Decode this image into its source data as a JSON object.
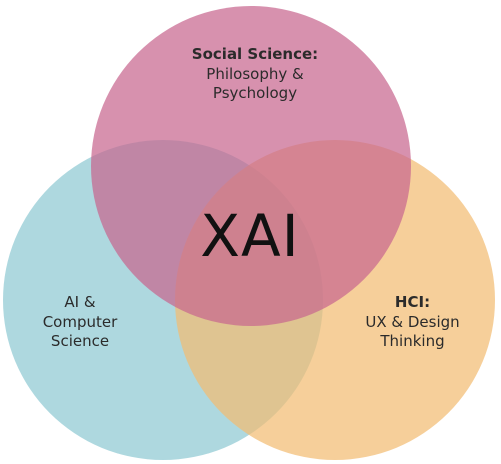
{
  "diagram": {
    "type": "venn",
    "center_label": "XAI",
    "sets": [
      {
        "key": "social",
        "title": "Social Science:",
        "lines": [
          "Philosophy &",
          "Psychology"
        ],
        "color": "#c8678f"
      },
      {
        "key": "ai",
        "title": "",
        "lines": [
          "AI &",
          "Computer",
          "Science"
        ],
        "color": "#8fc9d3"
      },
      {
        "key": "hci",
        "title": "HCI:",
        "lines": [
          "UX & Design",
          "Thinking"
        ],
        "color": "#f3bd73"
      }
    ]
  }
}
